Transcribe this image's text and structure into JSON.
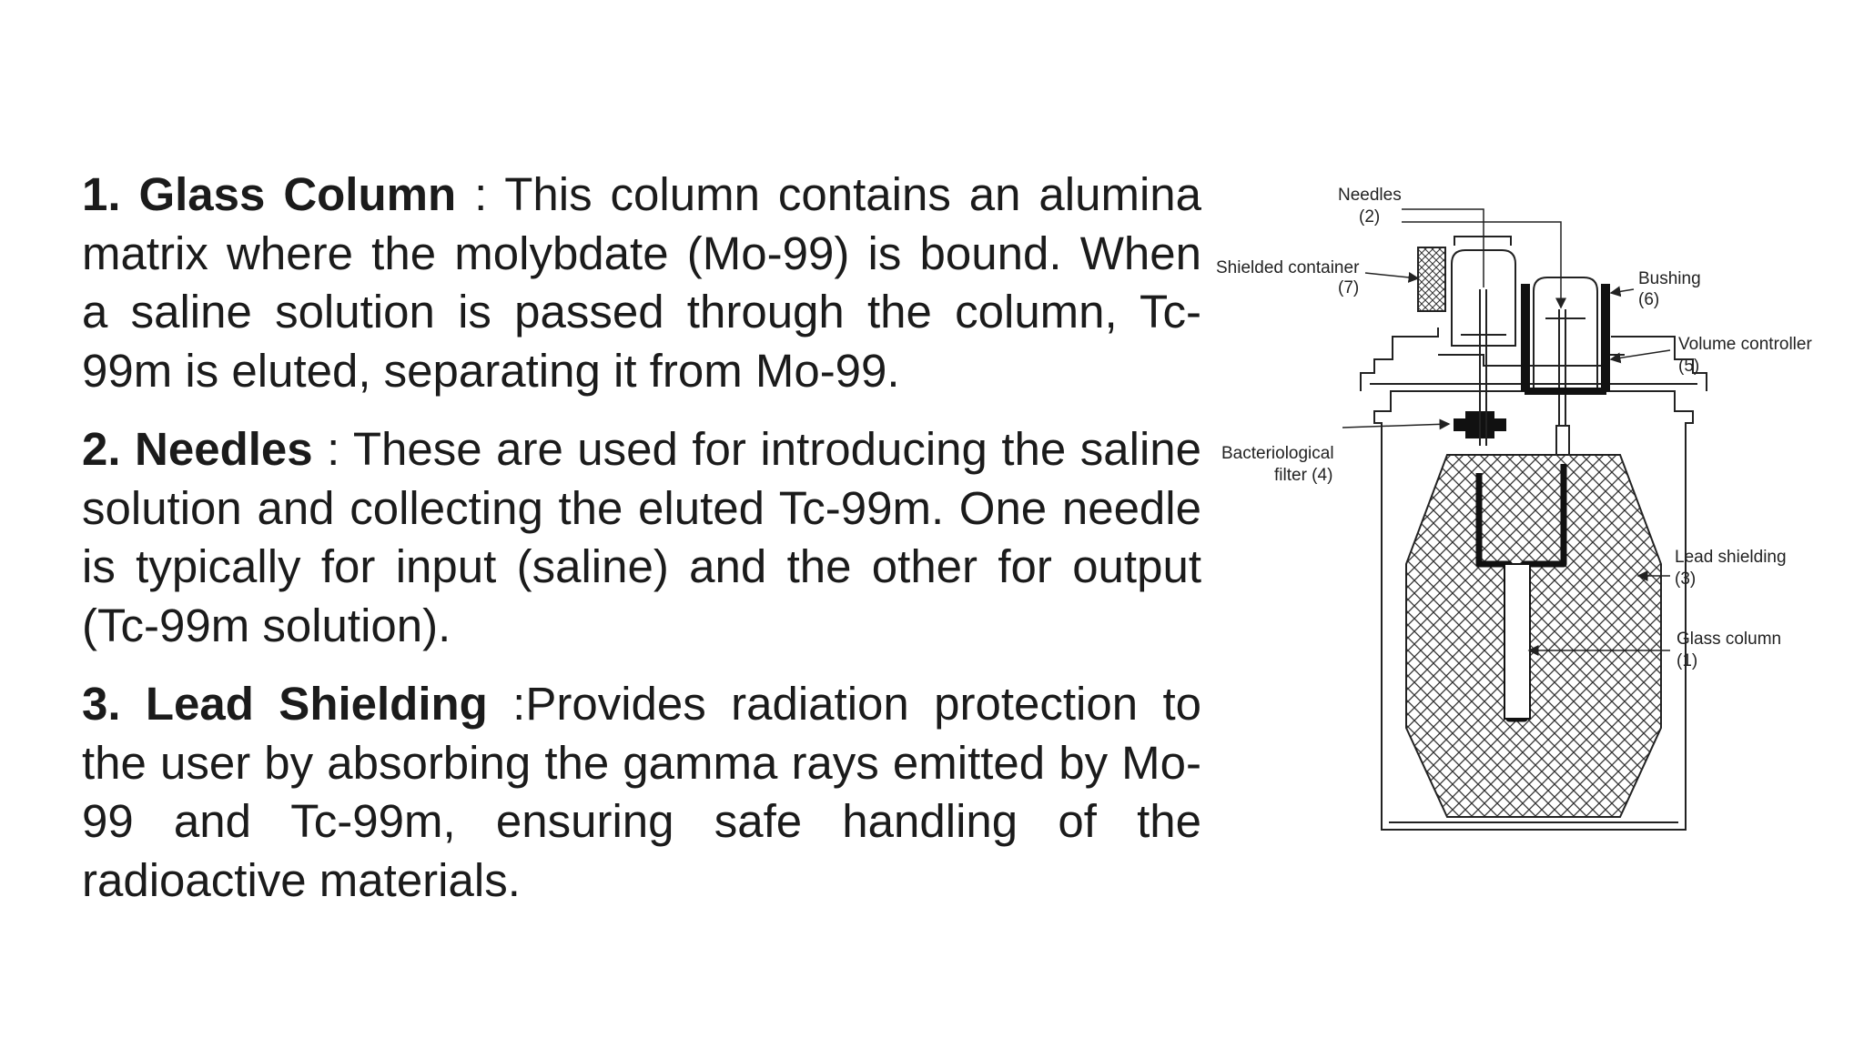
{
  "paragraphs": [
    {
      "heading": "1. Glass Column",
      "body": " : This column contains an alumina matrix where the molybdate (Mo-99) is bound. When a saline solution is passed through the column, Tc-99m is eluted, separating it from Mo-99."
    },
    {
      "heading": "2. Needles",
      "body": " : These are used for introducing the saline solution and collecting the eluted Tc-99m. One needle is typically for input (saline) and the other for output (Tc-99m solution)."
    },
    {
      "heading": "3. Lead Shielding",
      "body": " :Provides radiation protection to the user by absorbing the gamma rays emitted by Mo-99 and Tc-99m, ensuring safe handling of the radioactive materials."
    }
  ],
  "diagram": {
    "labels": {
      "needles": "Needles",
      "needles_num": "(2)",
      "shielded_container": "Shielded container",
      "shielded_container_num": "(7)",
      "bushing": "Bushing",
      "bushing_num": "(6)",
      "volume_controller": "Volume controller",
      "volume_controller_num": "(5)",
      "bacteriological": "Bacteriological",
      "filter": "filter (4)",
      "lead_shielding": "Lead shielding",
      "lead_shielding_num": "(3)",
      "glass_column": "Glass column",
      "glass_column_num": "(1)"
    }
  }
}
